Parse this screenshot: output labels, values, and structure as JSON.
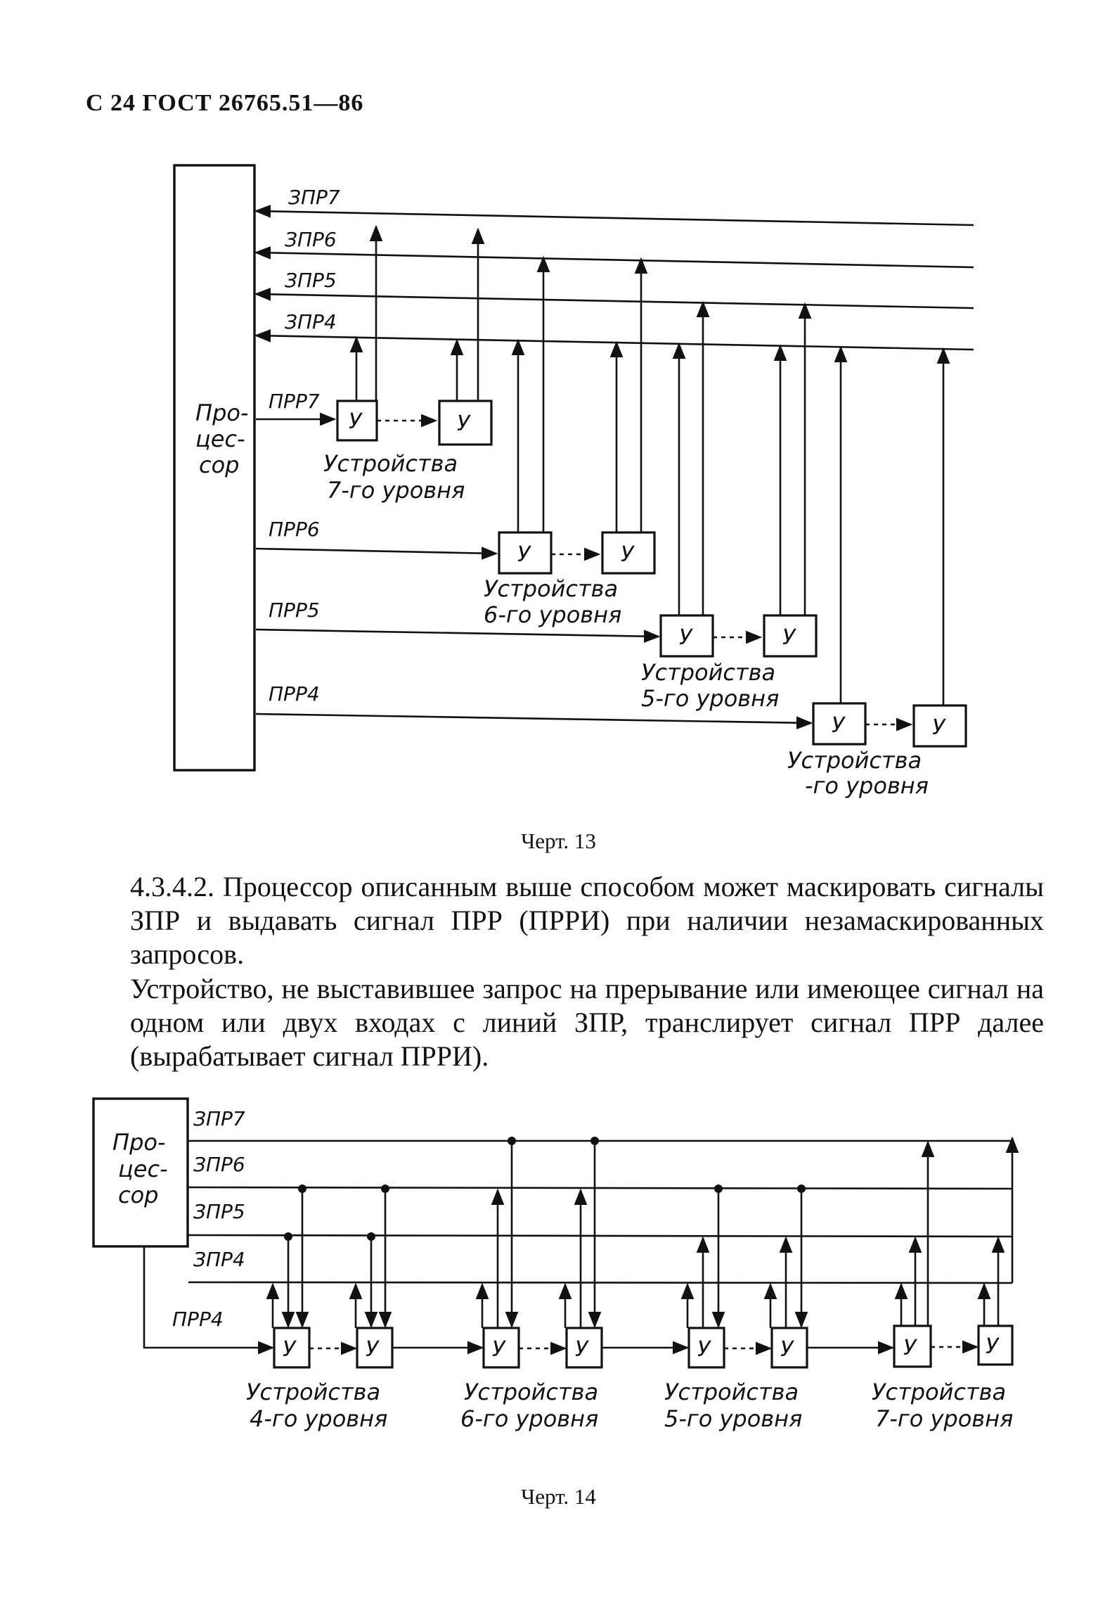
{
  "header": "С 24 ГОСТ 26765.51—86",
  "figure13": {
    "processor_label": [
      "Про-",
      "цес-",
      "сор"
    ],
    "request_lines": [
      "ЗПР7",
      "ЗПР6",
      "ЗПР5",
      "ЗПР4"
    ],
    "grant_lines": [
      "ПРР7",
      "ПРР6",
      "ПРР5",
      "ПРР4"
    ],
    "device_label": "У",
    "groups": [
      {
        "line1": "Устройства",
        "line2": "7-го уровня"
      },
      {
        "line1": "Устройства",
        "line2": "6-го уровня"
      },
      {
        "line1": "Устройства",
        "line2": "5-го уровня"
      },
      {
        "line1": "Устройства",
        "line2": "-го уровня"
      }
    ],
    "caption": "Черт. 13"
  },
  "text": {
    "paragraph1": "4.3.4.2. Процессор описанным выше способом может маскировать сигналы ЗПР и выдавать сигнал ПРР (ПРРИ) при наличии незамаскированных запросов.",
    "paragraph2": "Устройство, не выставившее запрос на прерывание или имеющее сигнал на одном или двух входах с линий ЗПР, транслирует сигнал ПРР далее (вырабатывает сигнал ПРРИ)."
  },
  "figure14": {
    "processor_label": [
      "Про-",
      "цес-",
      "сор"
    ],
    "request_lines": [
      "ЗПР7",
      "ЗПР6",
      "ЗПР5",
      "ЗПР4"
    ],
    "grant_line": "ПРР4",
    "device_label": "У",
    "groups": [
      {
        "line1": "Устройства",
        "line2": "4-го уровня"
      },
      {
        "line1": "Устройства",
        "line2": "6-го уровня"
      },
      {
        "line1": "Устройства",
        "line2": "5-го уровня"
      },
      {
        "line1": "Устройства",
        "line2": "7-го уровня"
      }
    ],
    "caption": "Черт. 14"
  }
}
